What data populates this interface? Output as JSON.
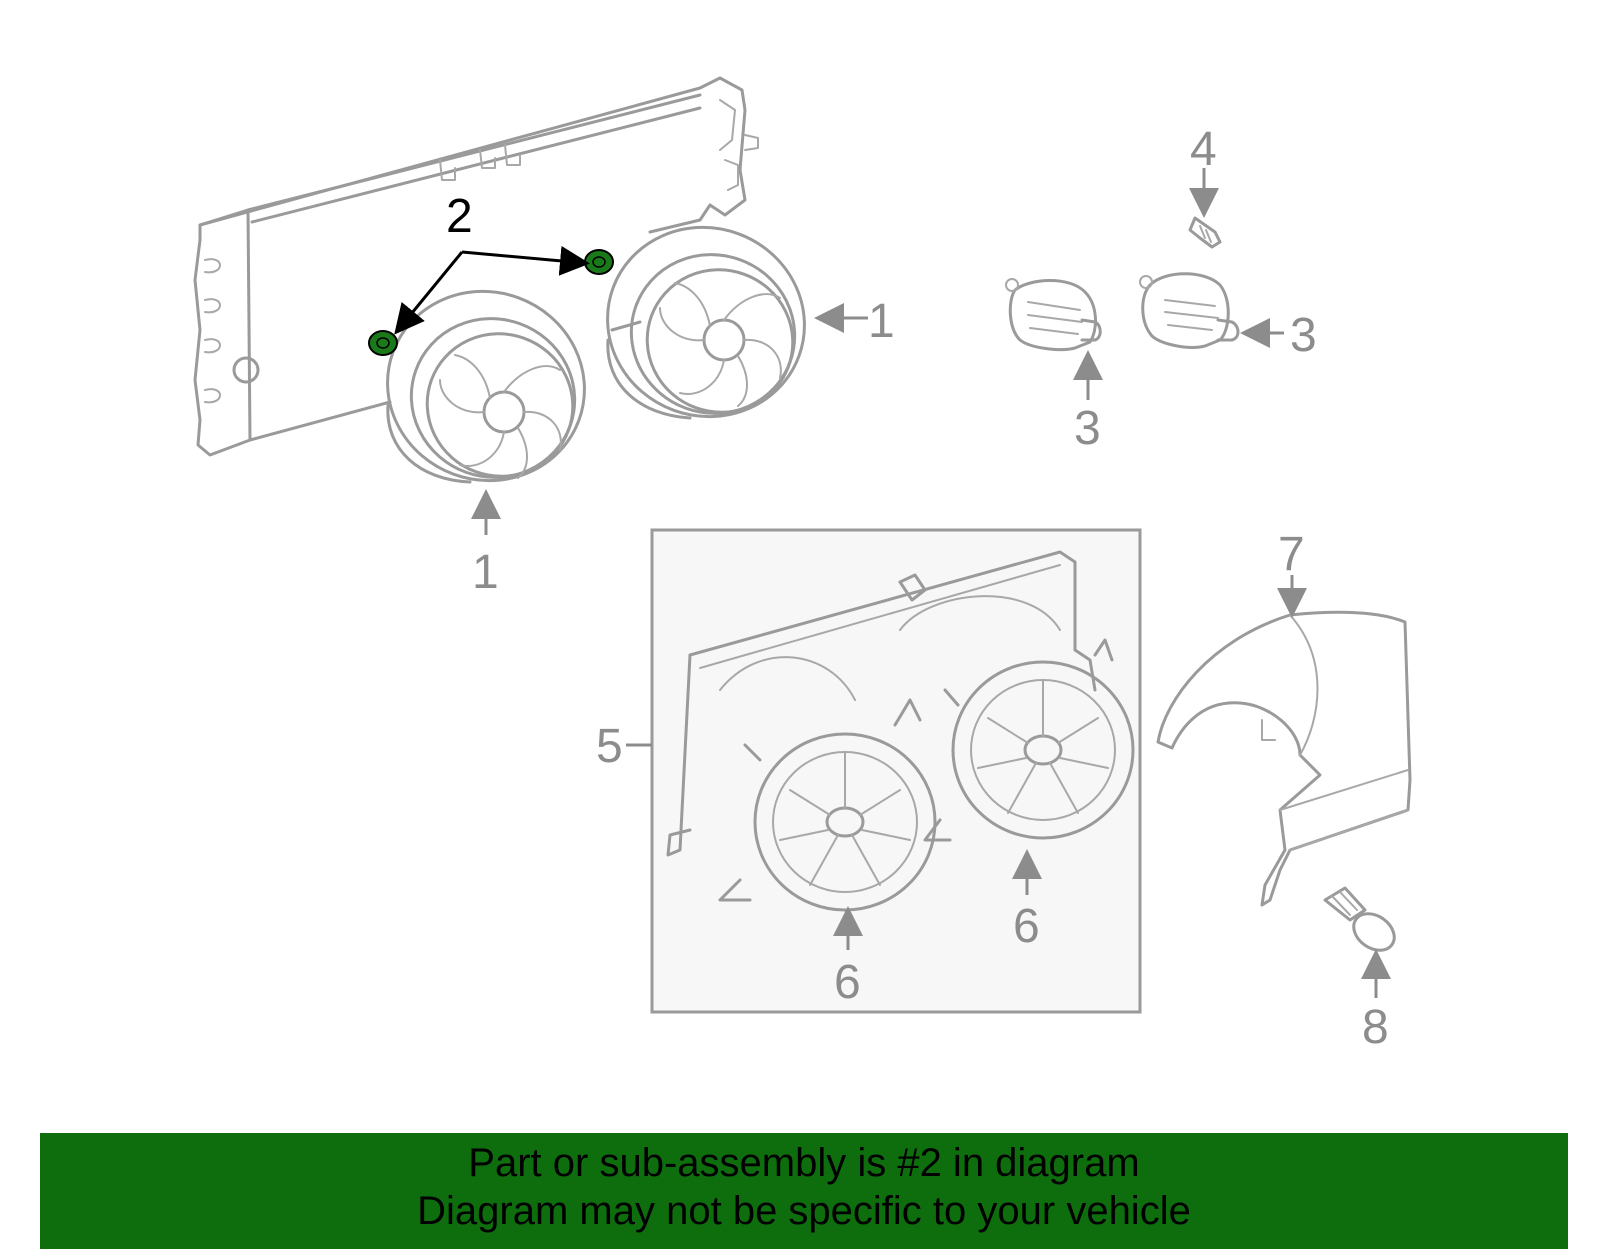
{
  "banner": {
    "line1": "Part or sub-assembly is #2 in diagram",
    "line2": "Diagram may not be specific to your vehicle",
    "background_color": "#0e6e0e"
  },
  "callouts": {
    "fan_left": "1",
    "fan_right": "1",
    "nuts": "2",
    "motor_left": "3",
    "motor_right": "3",
    "screw": "4",
    "shroud_assembly": "5",
    "shroud_fan_left": "6",
    "shroud_fan_right": "6",
    "deflector": "7",
    "bolt": "8"
  },
  "highlight": {
    "part_number": "2",
    "color": "#1a7a1a"
  }
}
